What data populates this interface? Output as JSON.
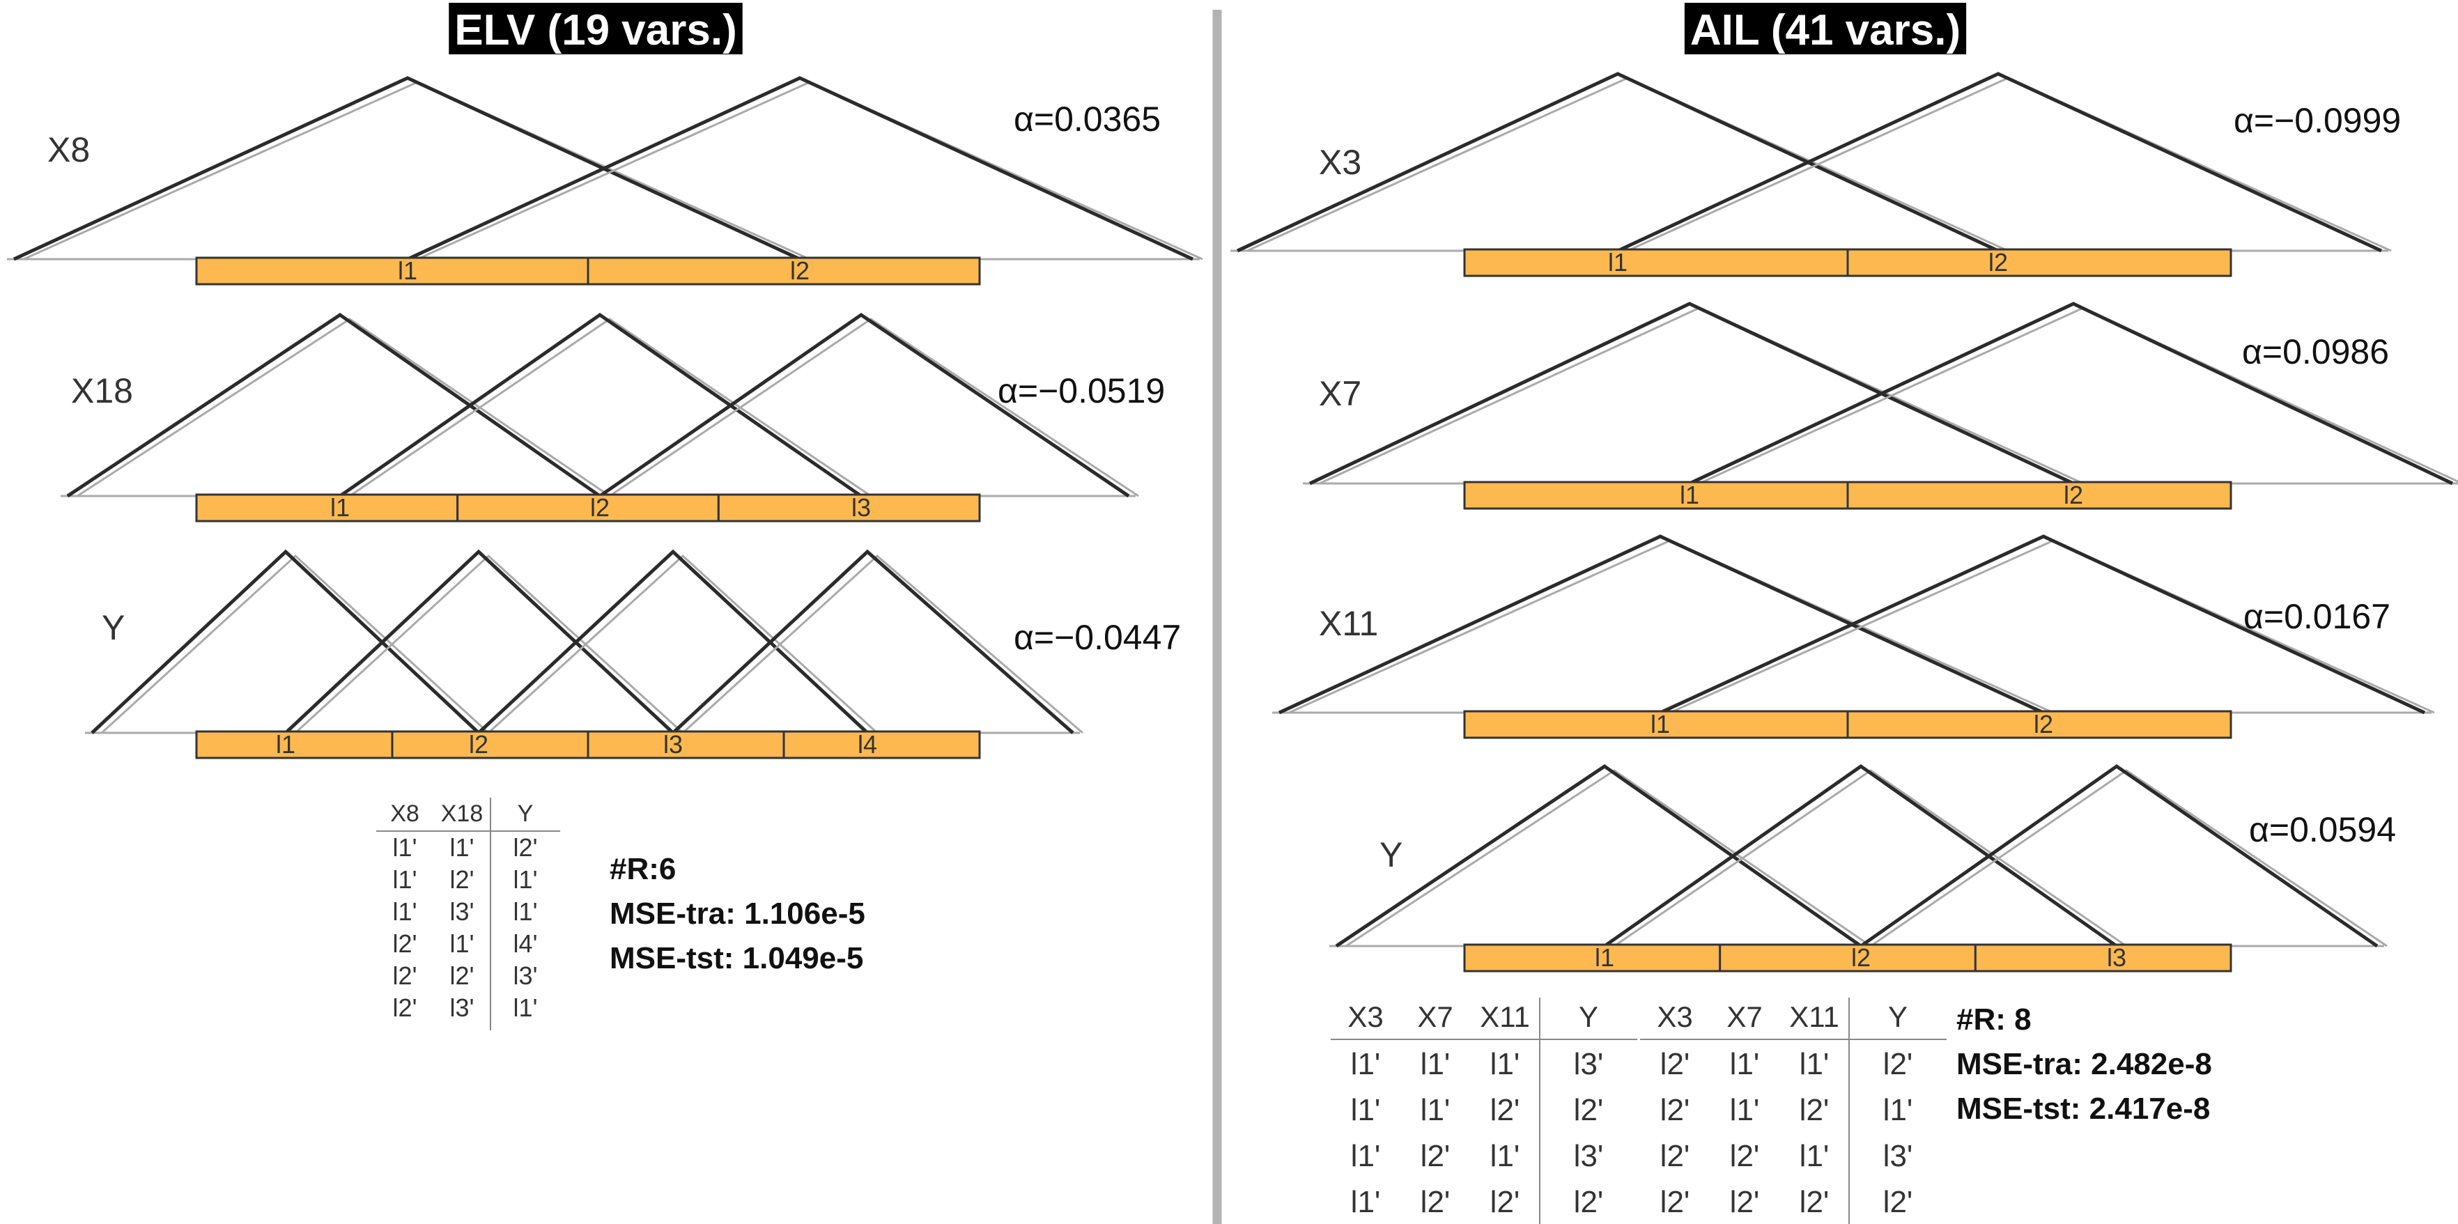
{
  "colors": {
    "bar": "#FDB94F",
    "bar_stroke": "#333333",
    "line": "#2b2b2b",
    "faint": "#aaaaaa",
    "divider": "#b3b3b3",
    "title_bg": "#000000",
    "title_fg": "#ffffff"
  },
  "panels": [
    {
      "title": "ELV (19 vars.)",
      "variables": [
        {
          "name": "X8",
          "alpha": "α=0.0365",
          "labels": [
            "l1",
            "l2"
          ]
        },
        {
          "name": "X18",
          "alpha": "α=−0.0519",
          "labels": [
            "l1",
            "l2",
            "l3"
          ]
        },
        {
          "name": "Y",
          "alpha": "α=−0.0447",
          "labels": [
            "l1",
            "l2",
            "l3",
            "l4"
          ]
        }
      ],
      "rule_tables": [
        {
          "headers": [
            "X8",
            "X18",
            "Y"
          ],
          "rows": [
            [
              "l1'",
              "l1'",
              "l2'"
            ],
            [
              "l1'",
              "l2'",
              "l1'"
            ],
            [
              "l1'",
              "l3'",
              "l1'"
            ],
            [
              "l2'",
              "l1'",
              "l4'"
            ],
            [
              "l2'",
              "l2'",
              "l3'"
            ],
            [
              "l2'",
              "l3'",
              "l1'"
            ]
          ]
        }
      ],
      "stats": [
        "#R:6",
        "MSE-tra: 1.106e-5",
        "MSE-tst: 1.049e-5"
      ]
    },
    {
      "title": "AIL (41 vars.)",
      "variables": [
        {
          "name": "X3",
          "alpha": "α=−0.0999",
          "labels": [
            "l1",
            "l2"
          ]
        },
        {
          "name": "X7",
          "alpha": "α=0.0986",
          "labels": [
            "l1",
            "l2"
          ]
        },
        {
          "name": "X11",
          "alpha": "α=0.0167",
          "labels": [
            "l1",
            "l2"
          ]
        },
        {
          "name": "Y",
          "alpha": "α=0.0594",
          "labels": [
            "l1",
            "l2",
            "l3"
          ]
        }
      ],
      "rule_tables": [
        {
          "headers": [
            "X3",
            "X7",
            "X11",
            "Y"
          ],
          "rows": [
            [
              "l1'",
              "l1'",
              "l1'",
              "l3'"
            ],
            [
              "l1'",
              "l1'",
              "l2'",
              "l2'"
            ],
            [
              "l1'",
              "l2'",
              "l1'",
              "l3'"
            ],
            [
              "l1'",
              "l2'",
              "l2'",
              "l2'"
            ]
          ]
        },
        {
          "headers": [
            "X3",
            "X7",
            "X11",
            "Y"
          ],
          "rows": [
            [
              "l2'",
              "l1'",
              "l1'",
              "l2'"
            ],
            [
              "l2'",
              "l1'",
              "l2'",
              "l1'"
            ],
            [
              "l2'",
              "l2'",
              "l1'",
              "l3'"
            ],
            [
              "l2'",
              "l2'",
              "l2'",
              "l2'"
            ]
          ]
        }
      ],
      "stats": [
        "#R: 8",
        "MSE-tra: 2.482e-8",
        "MSE-tst: 2.417e-8"
      ]
    }
  ]
}
